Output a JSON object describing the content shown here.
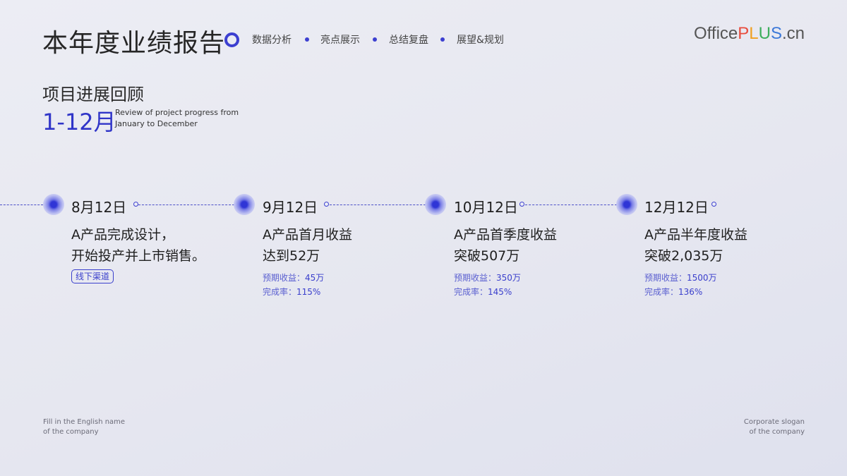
{
  "header": {
    "title": "本年度业绩报告",
    "nav": [
      "数据分析",
      "亮点展示",
      "总结复盘",
      "展望&规划"
    ],
    "logo": {
      "part1": "Office",
      "P": "P",
      "L": "L",
      "U": "U",
      "S": "S",
      "suffix": ".cn"
    }
  },
  "section": {
    "title": "项目进展回顾",
    "range": "1-12月",
    "desc_line1": "Review of project progress from",
    "desc_line2": "January to December"
  },
  "timeline": [
    {
      "date": "8月12日",
      "line1": "A产品完成设计，",
      "line2": "开始投产并上市销售。",
      "tag": "线下渠道"
    },
    {
      "date": "9月12日",
      "line1": "A产品首月收益",
      "line2": "达到52万",
      "expected_label": "预期收益：",
      "expected_value": "45万",
      "rate_label": "完成率：",
      "rate_value": "115%"
    },
    {
      "date": "10月12日",
      "line1": "A产品首季度收益",
      "line2": "突破507万",
      "expected_label": "预期收益：",
      "expected_value": "350万",
      "rate_label": "完成率：",
      "rate_value": "145%"
    },
    {
      "date": "12月12日",
      "line1": "A产品半年度收益",
      "line2": "突破2,035万",
      "expected_label": "预期收益：",
      "expected_value": "1500万",
      "rate_label": "完成率：",
      "rate_value": "136%"
    }
  ],
  "footer": {
    "left_line1": "Fill in the English name",
    "left_line2": "of the company",
    "right_line1": "Corporate slogan",
    "right_line2": "of the company"
  },
  "colors": {
    "accent": "#3035c8",
    "logo_text": "#555555",
    "logo_P": "#e84c3d",
    "logo_L": "#f0a020",
    "logo_U": "#3cae5c",
    "logo_S": "#3c78d8"
  }
}
